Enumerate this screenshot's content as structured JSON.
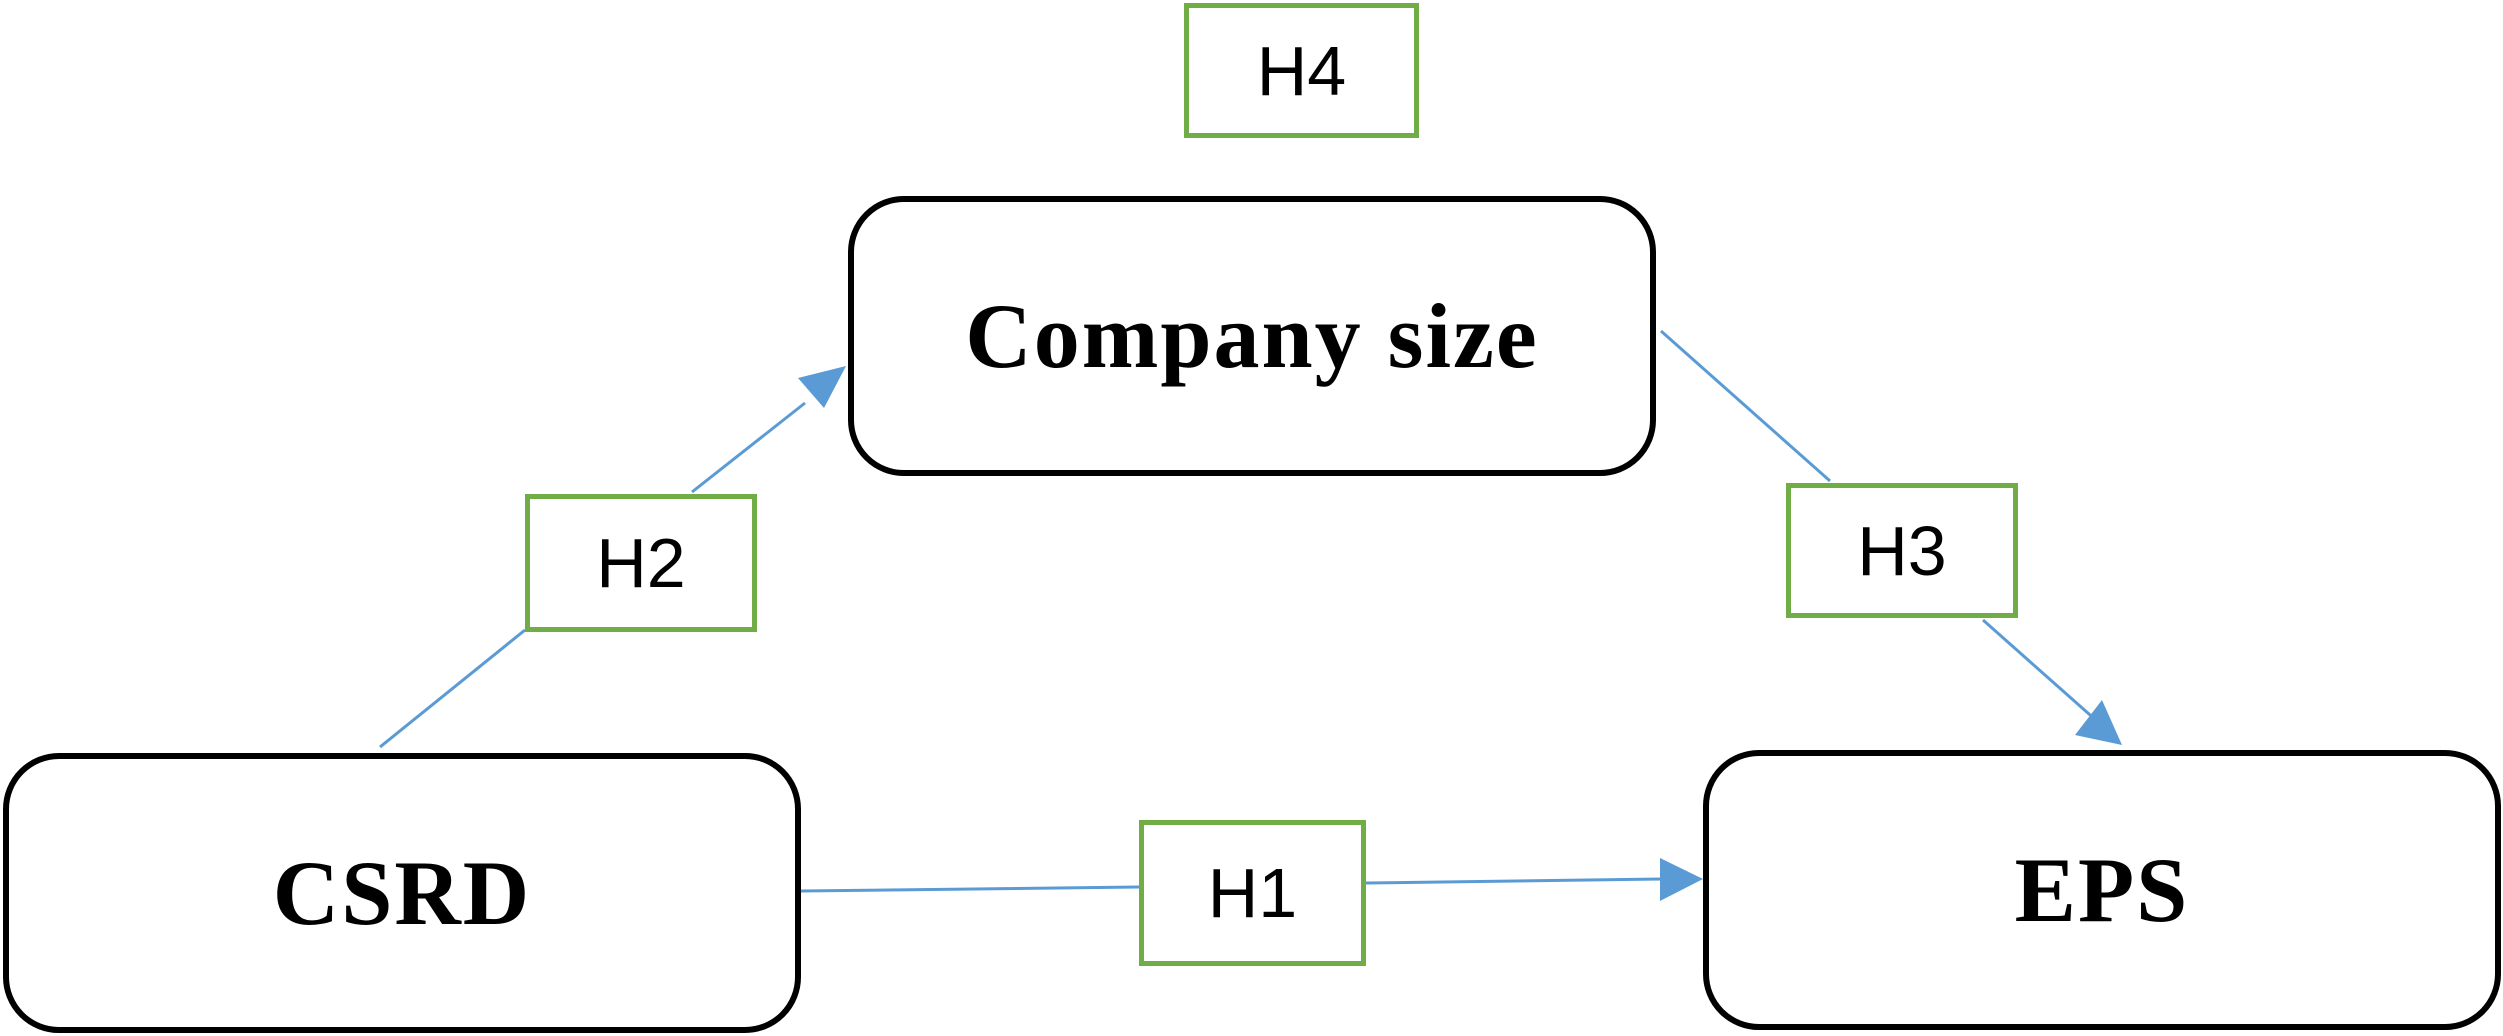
{
  "diagram": {
    "nodes": {
      "company_size": "Company size",
      "csrd": "CSRD",
      "eps": "EPS"
    },
    "hypotheses": {
      "h1": "H1",
      "h2": "H2",
      "h3": "H3",
      "h4": "H4"
    },
    "edges": [
      {
        "from": "CSRD",
        "to": "EPS",
        "label": "H1"
      },
      {
        "from": "CSRD",
        "to": "Company size",
        "label": "H2"
      },
      {
        "from": "Company size",
        "to": "EPS",
        "label": "H3"
      }
    ],
    "colors": {
      "arrow": "#5b9bd5",
      "hypothesis_border": "#70ad47",
      "node_border": "#000000"
    }
  }
}
